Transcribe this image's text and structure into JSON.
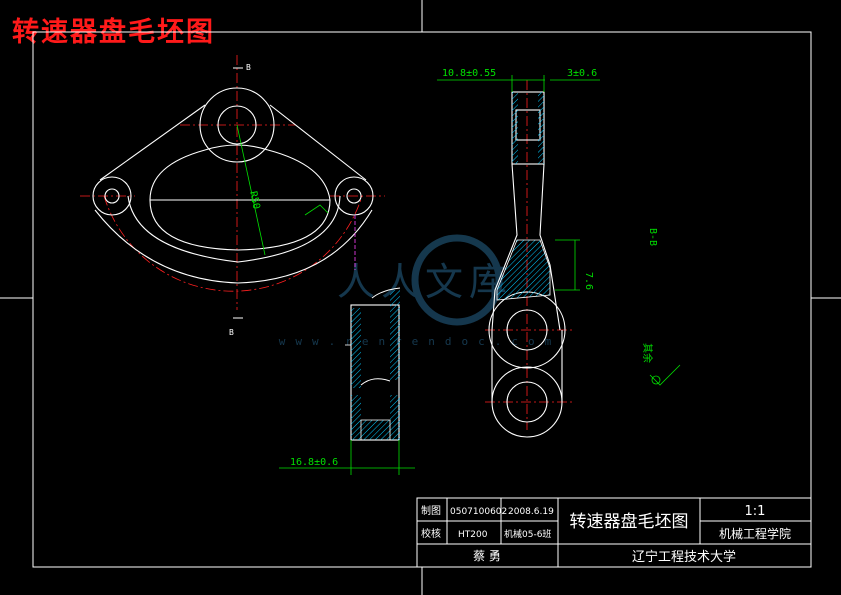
{
  "drawing": {
    "big_title": "转速器盘毛坯图",
    "watermark": {
      "text": "人人文库",
      "url": "www.renrendoc.com"
    },
    "section_labels": {
      "b_top": "B",
      "b_bottom": "B"
    },
    "dimensions": {
      "radius": "R50",
      "top_width": "10.8±0.55",
      "top_right": "3±0.6",
      "side_76": "7.6",
      "bottom_width": "16.8±0.6",
      "b_b": "B-B"
    },
    "notes": {
      "rest": "其余"
    }
  },
  "title_block": {
    "r1_c1": "制图",
    "r1_c2": "0507100602",
    "r1_c3": "2008.6.19",
    "r2_c1": "校核",
    "r2_c2": "HT200",
    "r2_c3": "机械05-6班",
    "name": "蔡  勇",
    "part_name": "转速器盘毛坯图",
    "scale": "1:1",
    "dept": "机械工程学院",
    "university": "辽宁工程技术大学"
  },
  "colors": {
    "line": "#ffffff",
    "center": "#ff2020",
    "dimension": "#00e000",
    "hatch": "#00c8ff",
    "hidden": "#ff40ff"
  }
}
